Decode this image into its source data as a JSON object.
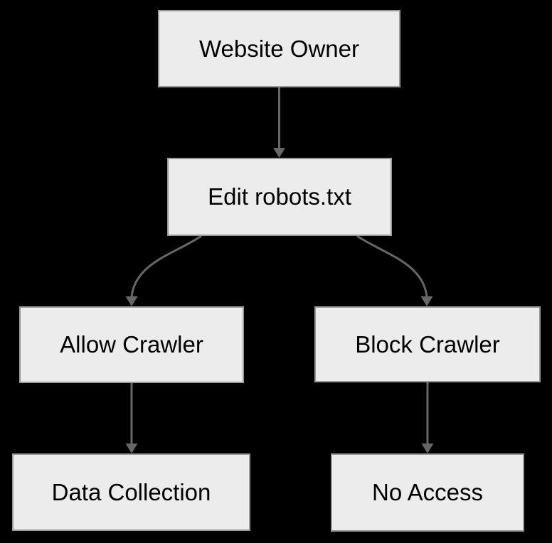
{
  "diagram": {
    "type": "flowchart",
    "direction": "top-down",
    "colors": {
      "background": "#000000",
      "node_fill": "#ececec",
      "node_border": "#999999",
      "edge": "#666666",
      "text": "#000000"
    },
    "nodes": [
      {
        "id": "website-owner",
        "label": "Website Owner"
      },
      {
        "id": "edit-robots-txt",
        "label": "Edit robots.txt"
      },
      {
        "id": "allow-crawler",
        "label": "Allow Crawler"
      },
      {
        "id": "block-crawler",
        "label": "Block Crawler"
      },
      {
        "id": "data-collection",
        "label": "Data Collection"
      },
      {
        "id": "no-access",
        "label": "No Access"
      }
    ],
    "edges": [
      {
        "from": "Website Owner",
        "to": "Edit robots.txt"
      },
      {
        "from": "Edit robots.txt",
        "to": "Allow Crawler"
      },
      {
        "from": "Edit robots.txt",
        "to": "Block Crawler"
      },
      {
        "from": "Allow Crawler",
        "to": "Data Collection"
      },
      {
        "from": "Block Crawler",
        "to": "No Access"
      }
    ]
  }
}
